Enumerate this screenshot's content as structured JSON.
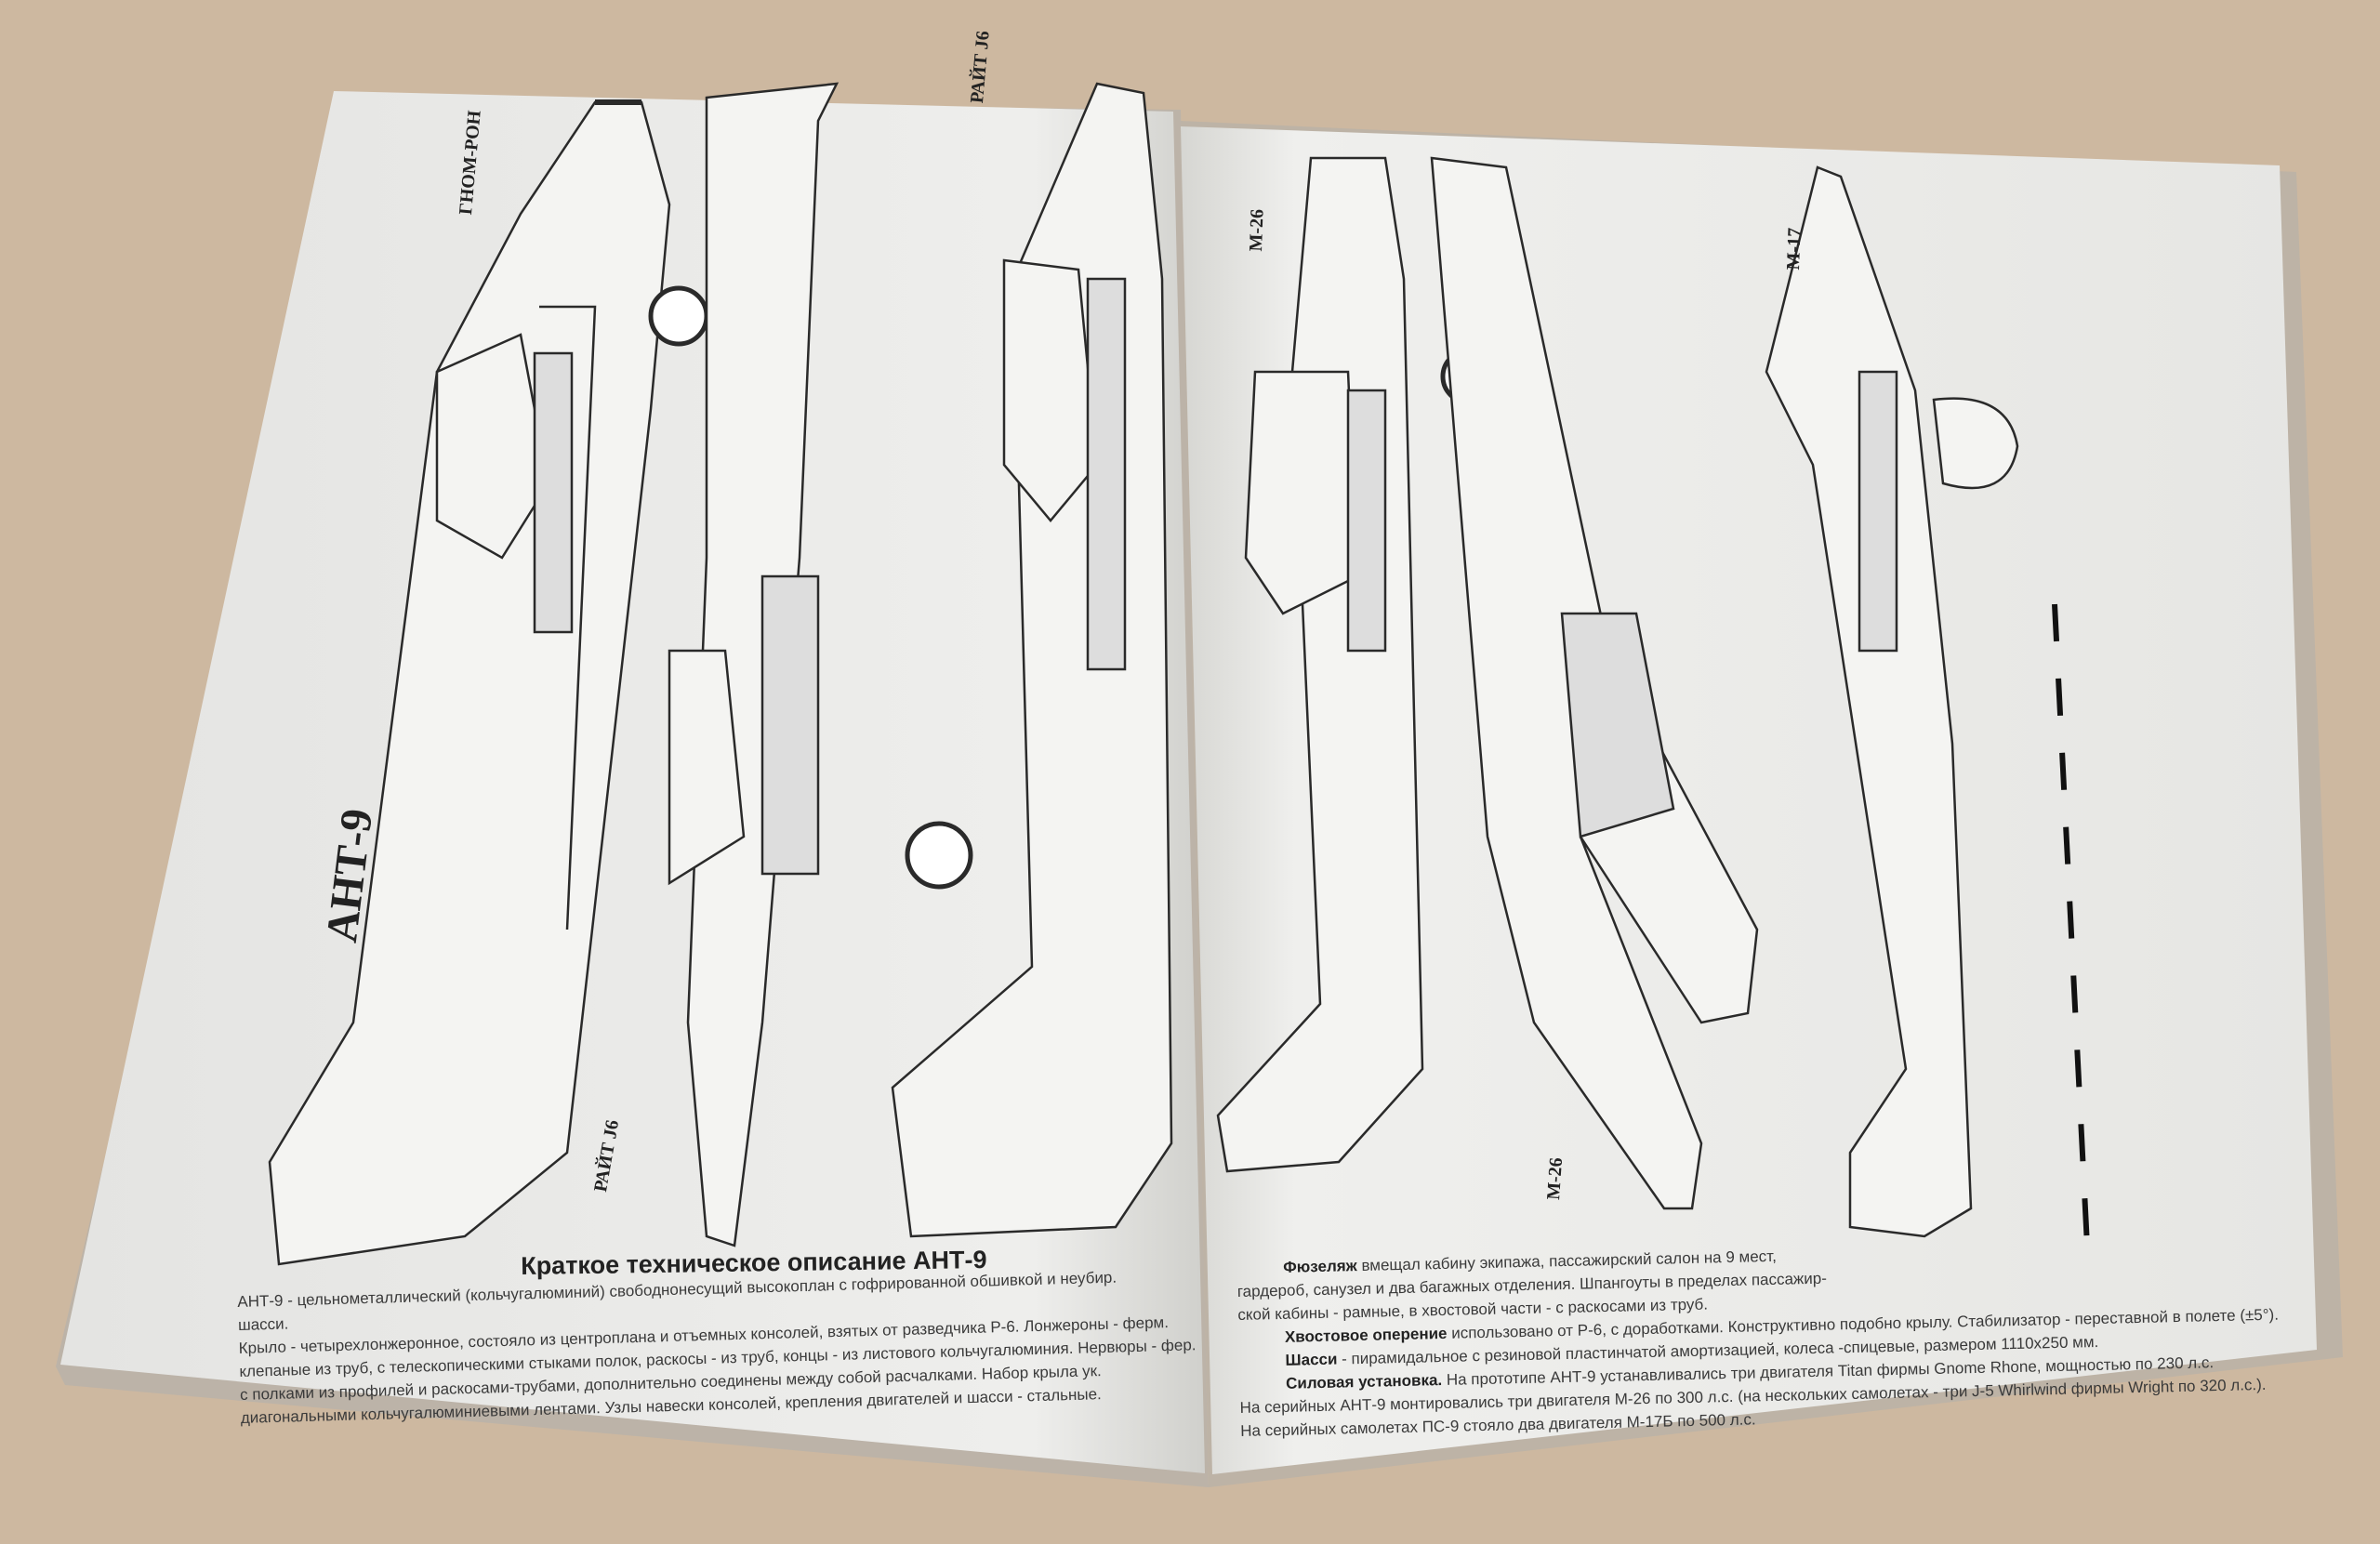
{
  "left_page": {
    "labels": {
      "gnome_rhone_top": "ГНОМ-РОН",
      "wright_j6_top": "РАЙТ J6",
      "model_name": "АНТ-9",
      "wright_j6_bottom": "РАЙТ J6"
    },
    "title": "Краткое техническое описание АНТ-9",
    "paragraphs": [
      "АНТ-9 - цельнометаллический (кольчугалюминий) свободнонесущий высокоплан с гофрированной обшивкой и неубир.",
      "шасси.",
      "Крыло - четырехлонжеронное, состояло из центроплана и отъемных консолей, взятых от разведчика Р-6. Лонжероны - ферм.",
      "клепаные из труб, с телескопическими стыками полок, раскосы - из труб, концы - из листового кольчугалюминия. Нервюры - фер.",
      "с полками из профилей и раскосами-трубами, дополнительно соединены между собой расчалками. Набор крыла ук.",
      "диагональными кольчугалюминиевыми лентами. Узлы навески консолей, крепления двигателей и шасси - стальные."
    ],
    "bold_terms": {
      "wing": "Крыло"
    }
  },
  "right_page": {
    "labels": {
      "m26_top": "М-26",
      "m17": "М-17",
      "m26_bottom": "М-26"
    },
    "paragraphs": {
      "fuselage_term": "Фюзеляж",
      "fuselage_1": " вмещал кабину экипажа, пассажирский салон на 9 мест,",
      "fuselage_2": "гардероб, санузел и два багажных отделения. Шпангоуты в пределах пассажир-",
      "fuselage_3": "ской кабины - рамные, в хвостовой части - с раскосами из труб.",
      "tail_term": "Хвостовое оперение",
      "tail": " использовано от Р-6, с доработками. Конструктивно подобно крылу. Стабилизатор - переставной в полете (±5°).",
      "gear_term": "Шасси",
      "gear": " - пирамидальное с резиновой пластинчатой амортизацией, колеса -спицевые, размером 1110x250 мм.",
      "power_term": "Силовая установка.",
      "power_1": " На прототипе АНТ-9 устанавливались три двигателя Titan фирмы Gnome Rhone, мощностью по 230 л.с.",
      "power_2": "На серийных АНТ-9 монтировались три двигателя М-26 по 300 л.с. (на нескольких самолетах - три J-5 Whirlwind фирмы Wright по 320 л.с.).",
      "power_3": "На серийных самолетах ПС-9 стояло два двигателя М-17Б по 500 л.с."
    }
  },
  "colors": {
    "table": "#cdb8a0",
    "paper": "#ececea",
    "ink": "#2a2a2a"
  }
}
